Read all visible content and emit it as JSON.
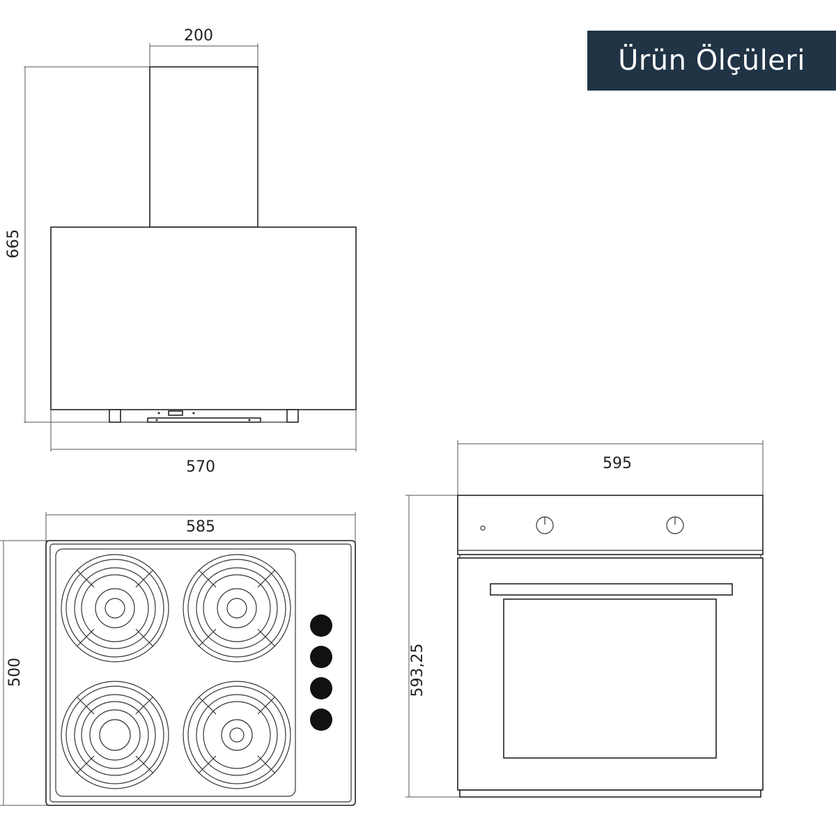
{
  "title": "Ürün Ölçüleri",
  "colors": {
    "title_bg": "#203446",
    "title_fg": "#ffffff",
    "line": "#222222",
    "knob": "#111111"
  },
  "hood": {
    "chimney_width": "200",
    "height": "665",
    "width": "570"
  },
  "hob": {
    "width": "585",
    "depth": "500"
  },
  "oven": {
    "width": "595",
    "height": "593,25"
  }
}
